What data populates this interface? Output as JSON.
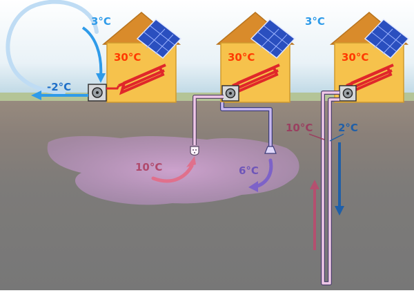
{
  "labels": {
    "air_intake_temp": "3°C",
    "air_exhaust_temp": "-2°C",
    "house1_indoor_temp": "30°C",
    "house2_indoor_temp": "30°C",
    "house3_indoor_temp": "30°C",
    "groundwater_supply_temp": "10°C",
    "groundwater_return_temp": "6°C",
    "borehole_air_temp": "3°C",
    "borehole_up_temp": "10°C",
    "borehole_down_temp": "2°C"
  },
  "colors": {
    "sky_top": "#ffffff",
    "sky_bottom": "#bcd7e4",
    "grass": "#b7c79b",
    "soil": "#8b7d73",
    "rock": "#7b7b7b",
    "house_wall": "#f6c24c",
    "house_roof": "#d98b2b",
    "solar_panel": "#2a4fbf",
    "hot_text": "#ff3a00",
    "cold_blue": "#2f9be9",
    "dark_blue": "#1f5fa8",
    "mauve": "#b4506f",
    "violet": "#7d62c8",
    "pink_pipe": "#f0c8e8",
    "water_zone": "#c89ac8"
  }
}
